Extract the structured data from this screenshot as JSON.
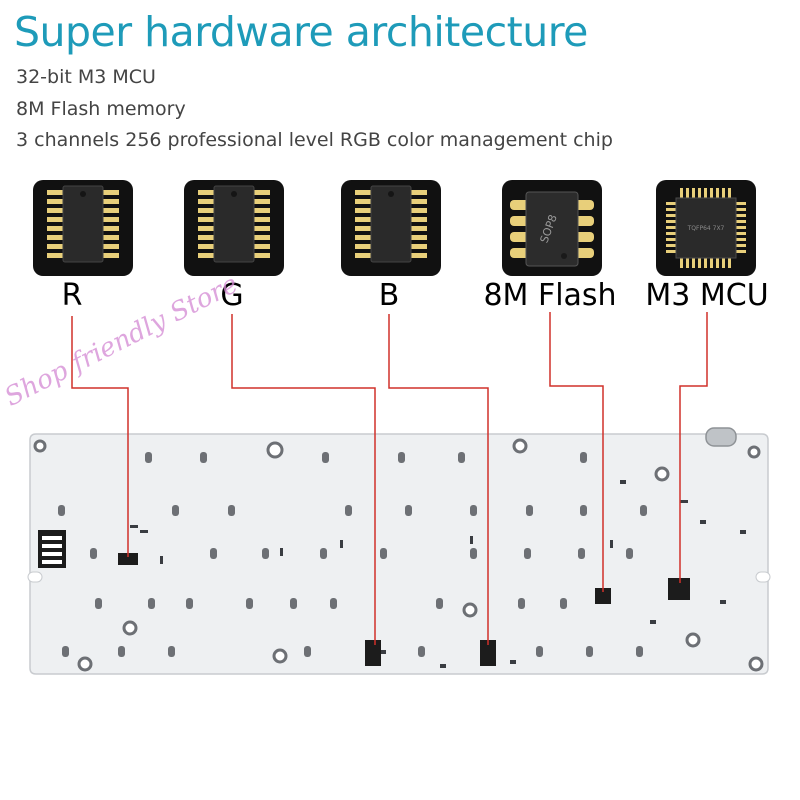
{
  "title": "Super hardware architecture",
  "features": [
    "32-bit M3 MCU",
    "8M Flash memory",
    "3 channels 256 professional level RGB color management chip"
  ],
  "chips": [
    {
      "label": "R",
      "package": "SSOP",
      "icon": "ssop-chip-icon"
    },
    {
      "label": "G",
      "package": "SSOP",
      "icon": "ssop-chip-icon"
    },
    {
      "label": "B",
      "package": "SSOP",
      "icon": "ssop-chip-icon"
    },
    {
      "label": "8M Flash",
      "package": "SOP8",
      "marking": "SOP8",
      "icon": "sop8-chip-icon"
    },
    {
      "label": "M3 MCU",
      "package": "TQFP",
      "marking": "TQFP64 7X7",
      "icon": "tqfp-chip-icon"
    }
  ],
  "watermark": "Shop friendly Store",
  "colors": {
    "title": "#1e9bb9",
    "leader_line": "#d0302a",
    "board": "#eef0f2",
    "chip_tile": "#111111",
    "pad": "#e8cf7a",
    "watermark": "#d489d4"
  }
}
